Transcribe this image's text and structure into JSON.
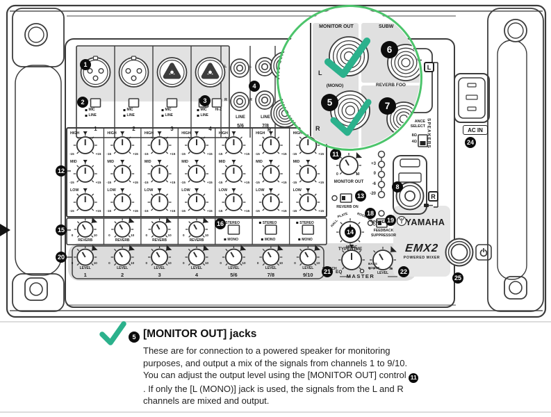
{
  "accent": {
    "highlight_circle": "#4cc46b",
    "checkmark": "#2bb18c",
    "callout": "#0c0c0c"
  },
  "inputs": {
    "mic": "MIC",
    "line": "LINE",
    "hiz": "Hi-Z",
    "channel_nums": [
      "1",
      "2",
      "3",
      "4"
    ],
    "jack_callout": "1",
    "switch_callout": "2",
    "hiz_callout": "3",
    "line78_callout": "4",
    "stereo": [
      {
        "l": "L",
        "r": "R",
        "label": "LINE",
        "num": "5/6"
      },
      {
        "l": "L",
        "r": "R",
        "label": "LINE",
        "num": "7/8"
      }
    ],
    "partial_r": "R"
  },
  "eq": {
    "callout": "12",
    "rows": [
      "HIGH",
      "MID",
      "LOW"
    ],
    "min": "-15",
    "max": "+15"
  },
  "reverb_row": {
    "callout": "15",
    "label": "REVERB",
    "min": "0",
    "max": "10",
    "switch_callout": "16",
    "stereo": "STEREO",
    "mono": "MONO"
  },
  "level_row": {
    "callout": "20",
    "label": "LEVEL",
    "min": "0",
    "max": "10",
    "channel_nums": [
      "1",
      "2",
      "3",
      "4",
      "5/6",
      "7/8",
      "9/10"
    ]
  },
  "monitor_out_knob": {
    "callout": "11",
    "label": "MONITOR OUT",
    "min": "0",
    "max": "10"
  },
  "reverb_on": {
    "callout": "13",
    "label": "REVERB ON"
  },
  "meter": {
    "labels": [
      "+3",
      "0",
      "-6",
      "-20"
    ]
  },
  "power_led": {
    "callout": "18",
    "label": "POWER"
  },
  "type_time": {
    "callout": "14",
    "label": "TYPE/TIME",
    "arc": [
      "HALL",
      "PLATE",
      "ROOM",
      "ECHO"
    ]
  },
  "feedback": {
    "callout": "19",
    "line1": "FEEDBACK",
    "line2": "SUPPRESSOR"
  },
  "master": {
    "label": "MASTER",
    "eq_callout": "21",
    "eq_label": "EQ",
    "speech": "SPEECH",
    "music": "MUSIC",
    "bass1": "BASS",
    "bass2": "BOOST",
    "level_callout": "22",
    "level_label": "LEVEL",
    "min": "0",
    "max": "10"
  },
  "brand": {
    "name": "YAMAHA",
    "model": "EMX2",
    "tagline": "POWERED MIXER"
  },
  "speakers_col": {
    "imp1": "ANCE",
    "imp2": "SELECT",
    "ohm8": "8Ω",
    "ohm4": "4Ω",
    "label": "SPEAKERS",
    "l_badge": "L",
    "r_badge": "R",
    "r_callout": "8"
  },
  "ac": {
    "label": "AC IN",
    "callout": "24"
  },
  "power_btn": {
    "callout": "25"
  },
  "magnifier": {
    "monitor": {
      "title": "MONITOR OUT",
      "l": "L",
      "mono": "(MONO)",
      "r": "R",
      "callout": "5"
    },
    "sub": {
      "title": "SUBW",
      "callout": "6"
    },
    "foot": {
      "title": "REVERB FOO",
      "callout": "7"
    }
  },
  "description": {
    "callout": "5",
    "heading": "[MONITOR OUT] jacks",
    "body_1": "These are for connection to a powered speaker for monitoring purposes, and output a mix of the signals from channels 1 to 9/10. You can adjust the output level using the [MONITOR OUT] control ",
    "inline_callout": "11",
    "body_2": ". If only the [L (MONO)] jack is used, the signals from the L and R channels are mixed and output."
  }
}
